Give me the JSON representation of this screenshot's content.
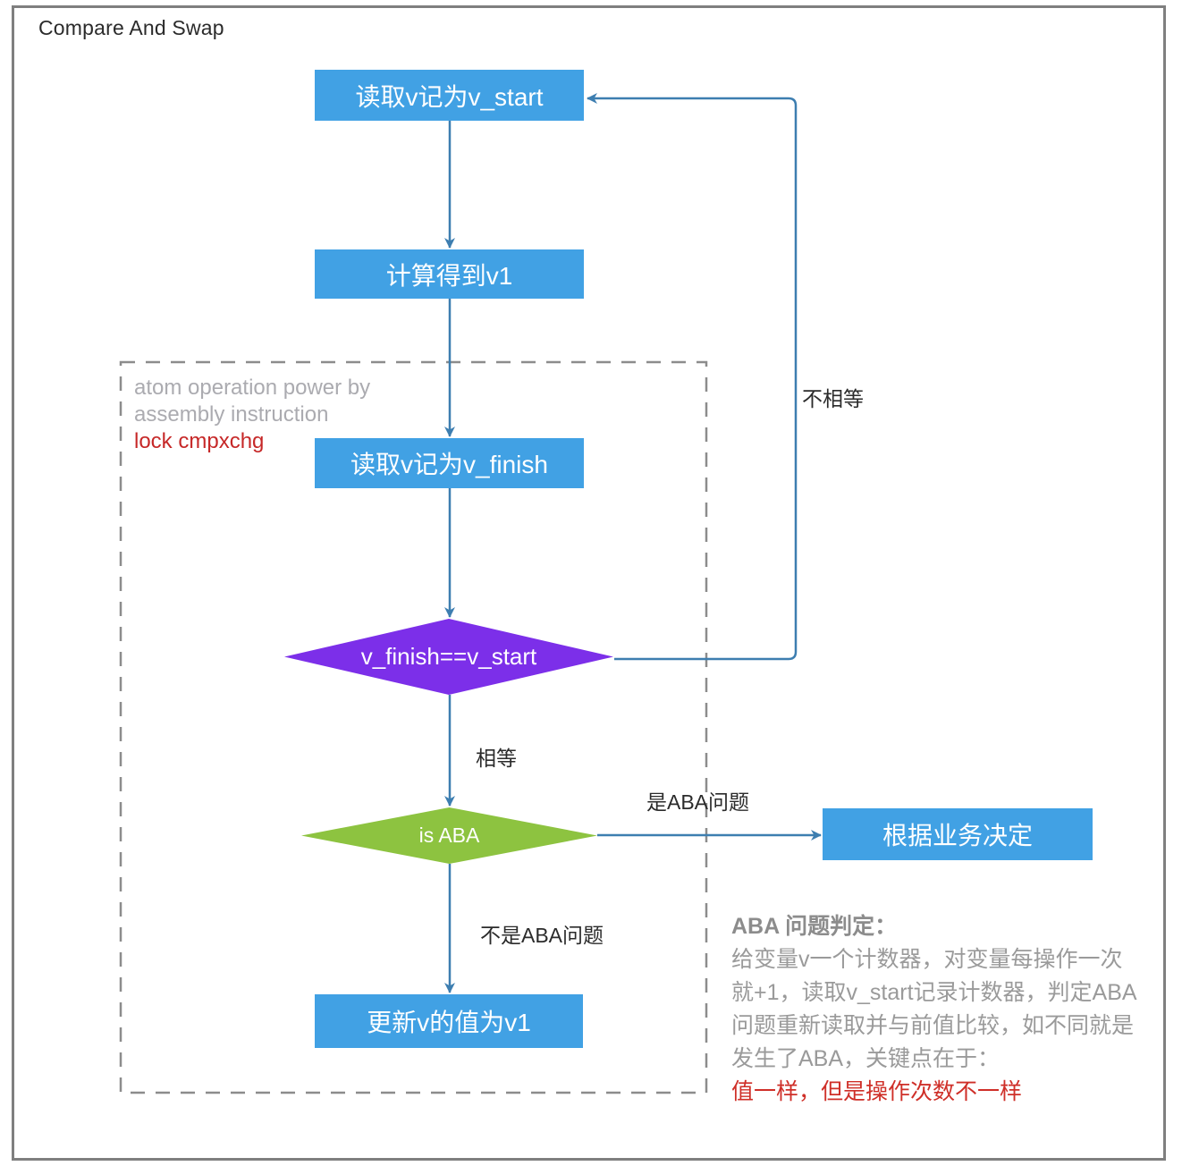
{
  "title": "Compare And Swap",
  "colors": {
    "process_fill": "#41a1e4",
    "decision_equal_fill": "#7c2fe9",
    "decision_aba_fill": "#8dc340",
    "connector": "#3d7eb0",
    "frame_border": "#7f7f7f",
    "dashed_border": "#8c8c8c",
    "note_gray": "#ababb0",
    "note_red": "#c62828",
    "aba_heading_gray": "#8c8c8c",
    "aba_body_gray": "#9a9a9a",
    "aba_highlight_red": "#cf2f28"
  },
  "nodes": {
    "read_start": {
      "label": "读取v记为v_start"
    },
    "compute": {
      "label": "计算得到v1"
    },
    "read_finish": {
      "label": "读取v记为v_finish"
    },
    "check_equal": {
      "label": "v_finish==v_start"
    },
    "check_aba": {
      "label": "is ABA"
    },
    "decide": {
      "label": "根据业务决定"
    },
    "update": {
      "label": "更新v的值为v1"
    }
  },
  "edge_labels": {
    "not_equal": "不相等",
    "equal": "相等",
    "is_aba": "是ABA问题",
    "not_aba": "不是ABA问题"
  },
  "group_note": {
    "line1": "atom operation power by",
    "line2": "assembly instruction",
    "code": "lock cmpxchg"
  },
  "aba_note": {
    "heading": "ABA 问题判定：",
    "lines": [
      "给变量v一个计数器，对变量每操作一次",
      "就+1，读取v_start记录计数器，判定ABA",
      "问题重新读取并与前值比较，如不同就是",
      "发生了ABA，关键点在于："
    ],
    "highlight": "值一样，但是操作次数不一样"
  }
}
